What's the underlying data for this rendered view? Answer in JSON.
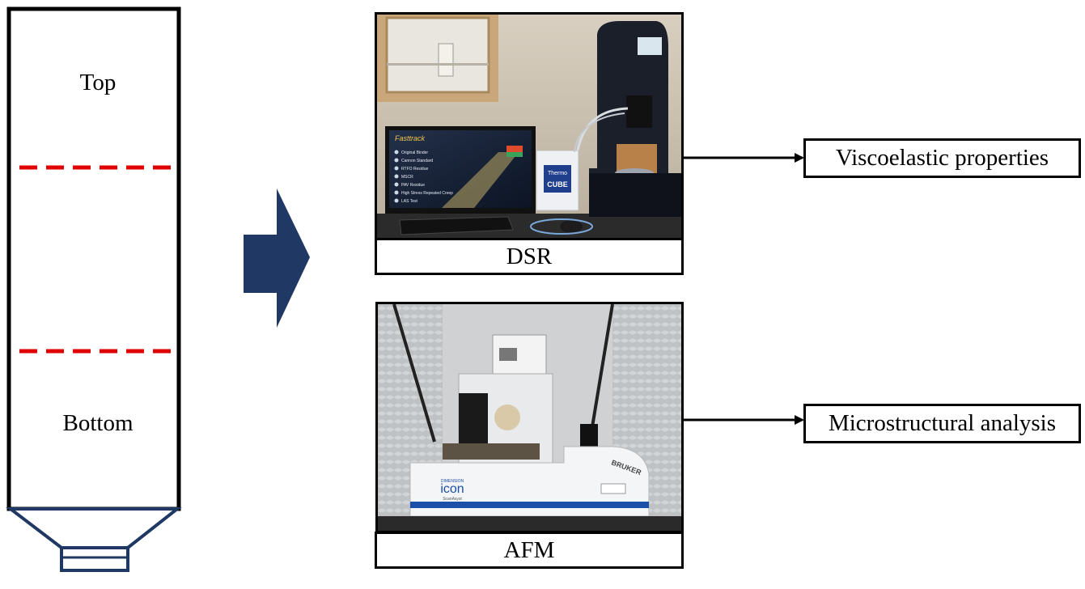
{
  "tube": {
    "top_label": "Top",
    "bottom_label": "Bottom",
    "cut_line_color": "#e00000",
    "base_color": "#1f3864"
  },
  "arrow": {
    "color": "#1f3864"
  },
  "dsr": {
    "caption": "DSR",
    "result_label": "Viscoelastic properties",
    "photo_texts": {
      "screen_title": "Fasttrack",
      "screen_items": [
        "Original Binder",
        "Cannon Standard",
        "RTFO Residue",
        "MSCR",
        "PAV Residue",
        "High Stress Repeated Creep",
        "LAS Test"
      ],
      "cube_brand_1": "Thermo",
      "cube_brand_2": "CUBE"
    }
  },
  "afm": {
    "caption": "AFM",
    "result_label": "Microstructural analysis",
    "photo_texts": {
      "brand": "BRUKER",
      "model_top": "DIMENSION",
      "model": "icon",
      "model_sub": "ScanAsyst"
    }
  }
}
